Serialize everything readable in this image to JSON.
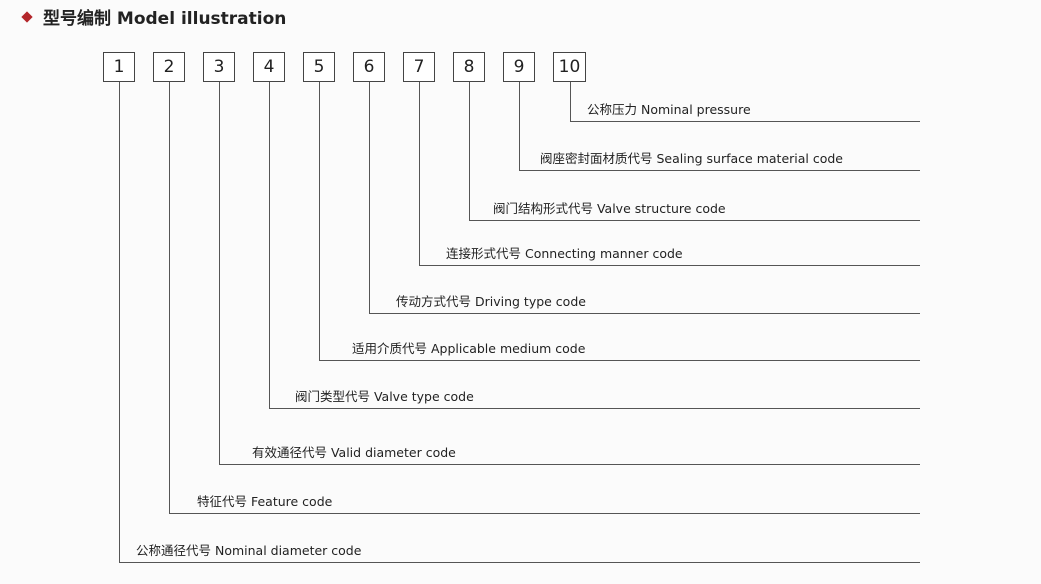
{
  "title": {
    "text": "型号编制 Model illustration",
    "accent": "#b3262a"
  },
  "boxes": [
    "1",
    "2",
    "3",
    "4",
    "5",
    "6",
    "7",
    "8",
    "9",
    "10"
  ],
  "labels": [
    "公称通径代号 Nominal diameter code",
    "特征代号 Feature code",
    "有效通径代号 Valid diameter code",
    "阀门类型代号 Valve type code",
    "适用介质代号 Applicable medium code",
    "传动方式代号 Driving type code",
    "连接形式代号 Connecting manner code",
    "阀门结构形式代号 Valve structure code",
    "阀座密封面材质代号 Sealing surface material code",
    "公称压力 Nominal pressure"
  ]
}
